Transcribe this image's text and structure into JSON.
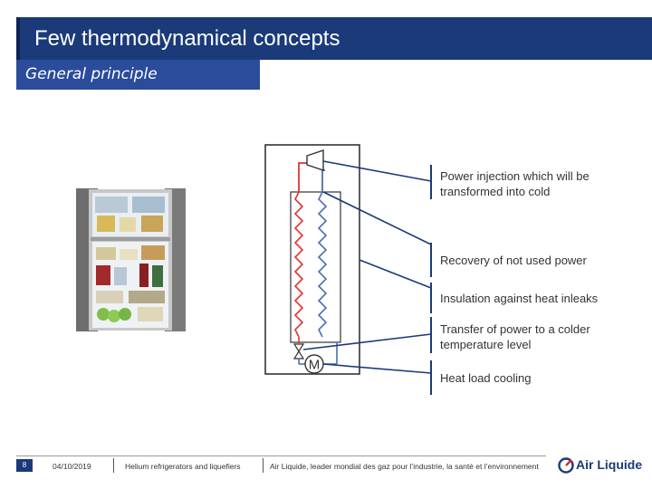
{
  "header": {
    "title": "Few thermodynamical concepts",
    "subtitle": "General principle"
  },
  "diagram": {
    "labels": [
      "Power injection which will be transformed into cold",
      "Recovery of not used power",
      "Insulation against heat inleaks",
      "Transfer of power to a colder temperature level",
      "Heat load cooling"
    ],
    "motor_symbol": "M",
    "colors": {
      "hot_line": "#e3342f",
      "cold_line": "#4b6fb5",
      "leader_line": "#1a3a7a",
      "enclosure": "#333333"
    }
  },
  "footer": {
    "page_number": "8",
    "date": "04/10/2019",
    "doc_title": "Helium refrigerators and liquefiers",
    "tagline": "Air Liquide, leader mondial des gaz pour l’industrie, la santé et l’environnement",
    "logo_text": "Air Liquide"
  }
}
